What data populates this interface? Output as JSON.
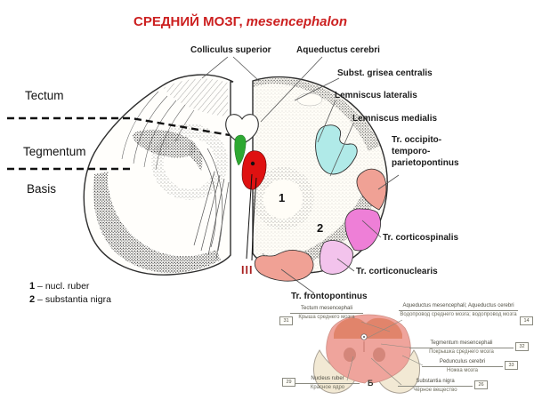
{
  "title": {
    "main": "СРЕДНИЙ МОЗГ,",
    "latin": "mesencephalon"
  },
  "labels": {
    "colliculus_superior": "Colliculus superior",
    "aqueductus_cerebri": "Aqueductus cerebri",
    "subst_grisea_centralis": "Subst. grisea centralis",
    "lemniscus_lateralis": "Lemniscus lateralis",
    "lemniscus_medialis": "Lemniscus medialis",
    "tr_occipito_line1": "Tr. occipito-",
    "tr_occipito_line2": "temporo-",
    "tr_occipito_line3": "parietopontinus",
    "tr_corticospinalis": "Tr. corticospinalis",
    "tr_corticonuclearis": "Tr. corticonuclearis",
    "tr_frontopontinus": "Tr. frontopontinus",
    "tectum": "Tectum",
    "tegmentum": "Tegmentum",
    "basis": "Basis",
    "nerve_iii": "III",
    "marker_1": "1",
    "marker_2": "2"
  },
  "legend": {
    "separator": "–",
    "rows": [
      {
        "num": "1",
        "label": "nucl. ruber"
      },
      {
        "num": "2",
        "label": "substantia nigra"
      }
    ]
  },
  "inset": {
    "letter": "Б",
    "tectum": {
      "num": "31",
      "latin": "Tectum mesencephali",
      "russian": "Крыша среднего мозга"
    },
    "aqueductus": {
      "num": "14",
      "latin": "Aqueductus mesencephali; Aqueductus cerebri",
      "russian": "Водопровод среднего мозга; водопровод мозга"
    },
    "tegmentum": {
      "num": "32",
      "latin": "Tegmentum mesencephali",
      "russian": "Покрышка среднего мозга"
    },
    "pedunculus": {
      "num": "33",
      "latin": "Pedunculus cerebri",
      "russian": "Ножка мозга"
    },
    "substantia": {
      "num": "26",
      "latin": "Substantia nigra",
      "russian": "Чёрное вещество"
    },
    "nucleus": {
      "num": "29",
      "latin": "Nucleus ruber",
      "russian": "Красное ядро"
    }
  },
  "colors": {
    "title_red": "#cc2020",
    "nerve_red": "#a81f1f",
    "cyan_lemniscus": "#b0eae8",
    "green_structure": "#2ea832",
    "red_nucleus_structure": "#df1111",
    "salmon_tract": "#f0a195",
    "magenta_tract": "#ee7fd7",
    "light_pink_tract": "#f3c3ec",
    "inset_body_pink": "#efa49c",
    "inset_tectum": "#df8166",
    "inset_lobe_cream": "#f2e9d4"
  }
}
